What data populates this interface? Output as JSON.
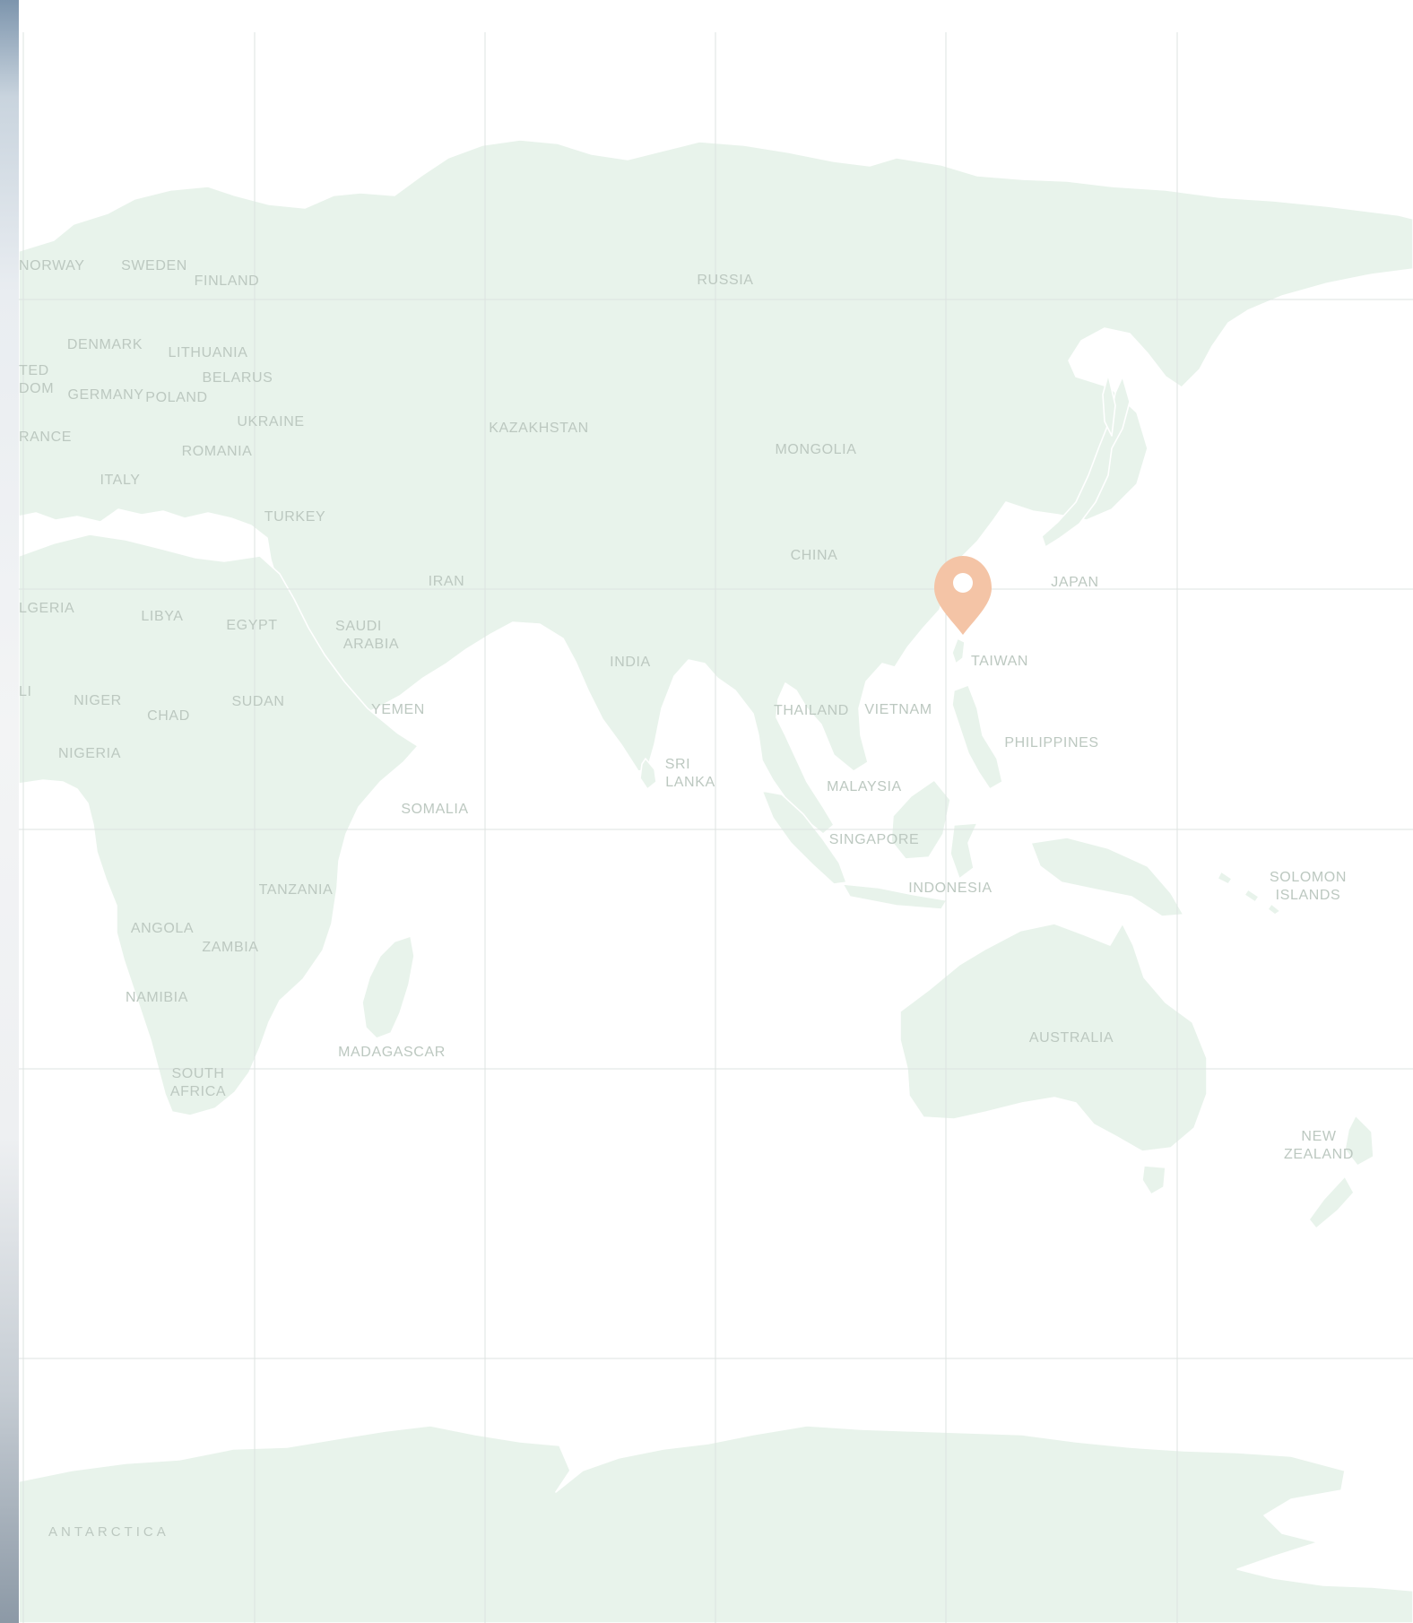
{
  "map": {
    "colors": {
      "land": "#e8f3eb",
      "water": "#ffffff",
      "grid": "#dde3e0",
      "label": "#bcc8c0",
      "marker": "#f4c4a6"
    },
    "marker": {
      "icon": "map-pin-icon",
      "location": "Shanghai area, China"
    },
    "labels": {
      "norway": "NORWAY",
      "sweden": "SWEDEN",
      "finland": "FINLAND",
      "russia": "RUSSIA",
      "denmark": "DENMARK",
      "lithuania": "LITHUANIA",
      "uk_1": "TED",
      "uk_2": "DOM",
      "belarus": "BELARUS",
      "germany": "GERMANY",
      "poland": "POLAND",
      "ukraine": "UKRAINE",
      "france": "RANCE",
      "romania": "ROMANIA",
      "kazakhstan": "KAZAKHSTAN",
      "mongolia": "MONGOLIA",
      "italy": "ITALY",
      "turkey": "TURKEY",
      "china": "CHINA",
      "iran": "IRAN",
      "japan": "JAPAN",
      "algeria": "LGERIA",
      "libya": "LIBYA",
      "egypt": "EGYPT",
      "saudi_1": "SAUDI",
      "saudi_2": "ARABIA",
      "india": "INDIA",
      "taiwan": "TAIWAN",
      "mali": "LI",
      "niger": "NIGER",
      "chad": "CHAD",
      "sudan": "SUDAN",
      "yemen": "YEMEN",
      "thailand": "THAILAND",
      "vietnam": "VIETNAM",
      "philippines": "PHILIPPINES",
      "nigeria": "NIGERIA",
      "sri_1": "SRI",
      "sri_2": "LANKA",
      "malaysia": "MALAYSIA",
      "somalia": "SOMALIA",
      "singapore": "SINGAPORE",
      "solomon_1": "SOLOMON",
      "solomon_2": "ISLANDS",
      "tanzania": "TANZANIA",
      "indonesia": "INDONESIA",
      "angola": "ANGOLA",
      "zambia": "ZAMBIA",
      "namibia": "NAMIBIA",
      "australia": "AUSTRALIA",
      "madagascar": "MADAGASCAR",
      "south_africa_1": "SOUTH",
      "south_africa_2": "AFRICA",
      "new_zealand_1": "NEW",
      "new_zealand_2": "ZEALAND",
      "antarctica": "ANTARCTICA"
    }
  }
}
